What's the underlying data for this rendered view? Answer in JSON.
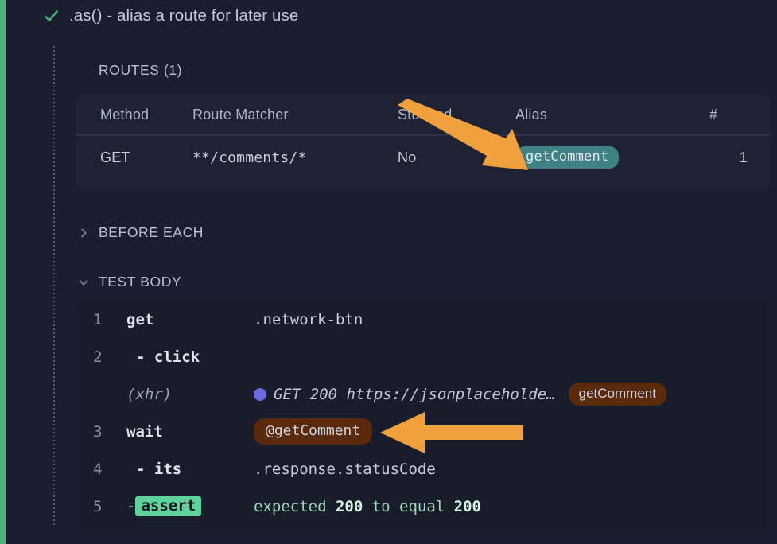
{
  "colors": {
    "page_background": "#1b1e2e",
    "panel_background": "#1f2233",
    "code_panel_background": "#191c2b",
    "status_bar_green": "#4caf7d",
    "pass_check_green": "#4caf7d",
    "alias_badge_teal": "#3f8283",
    "alias_badge_brown": "#5a2a0b",
    "assert_badge_green": "#5ed49c",
    "xhr_dot_blue": "#6b6ce4",
    "annotation_orange": "#f0a03c"
  },
  "test": {
    "status_icon": "check-icon",
    "title": ".as() - alias a route for later use"
  },
  "sections": {
    "routes": {
      "label": "ROUTES (1)",
      "expanded": true,
      "chevron_icon": "chevron-down-icon",
      "table": {
        "columns": [
          "Method",
          "Route Matcher",
          "Stubbed",
          "Alias",
          "#"
        ],
        "rows": [
          {
            "method": "GET",
            "matcher": "**/comments/*",
            "stubbed": "No",
            "alias": "getComment",
            "count": "1"
          }
        ]
      }
    },
    "before_each": {
      "label": "BEFORE EACH",
      "expanded": false,
      "chevron_icon": "chevron-right-icon"
    },
    "test_body": {
      "label": "TEST BODY",
      "expanded": true,
      "chevron_icon": "chevron-down-icon",
      "lines": [
        {
          "number": "1",
          "command": "get",
          "argument": ".network-btn",
          "type": "command"
        },
        {
          "number": "2",
          "command": "- click",
          "argument": "",
          "type": "child-command"
        },
        {
          "number": "",
          "command": "(xhr)",
          "argument": "GET 200 https://jsonplaceholde…",
          "badge": "getComment",
          "dot_icon": "xhr-status-dot-icon",
          "type": "xhr"
        },
        {
          "number": "3",
          "command": "wait",
          "argument": "@getComment",
          "argument_is_badge": true,
          "type": "command"
        },
        {
          "number": "4",
          "command": "- its",
          "argument": ".response.statusCode",
          "type": "child-command"
        },
        {
          "number": "5",
          "command": "- assert",
          "assert_label": "assert",
          "assert_prefix": "expected ",
          "assert_value_1": "200",
          "assert_middle": " to equal ",
          "assert_value_2": "200",
          "type": "assertion"
        }
      ]
    }
  },
  "annotations": [
    {
      "name": "arrow-to-routes-alias",
      "shape": "diagonal-arrow-down-right",
      "points_to": "getComment alias badge in routes table"
    },
    {
      "name": "arrow-to-wait-alias",
      "shape": "horizontal-arrow-left",
      "points_to": "@getComment badge on wait command"
    }
  ]
}
